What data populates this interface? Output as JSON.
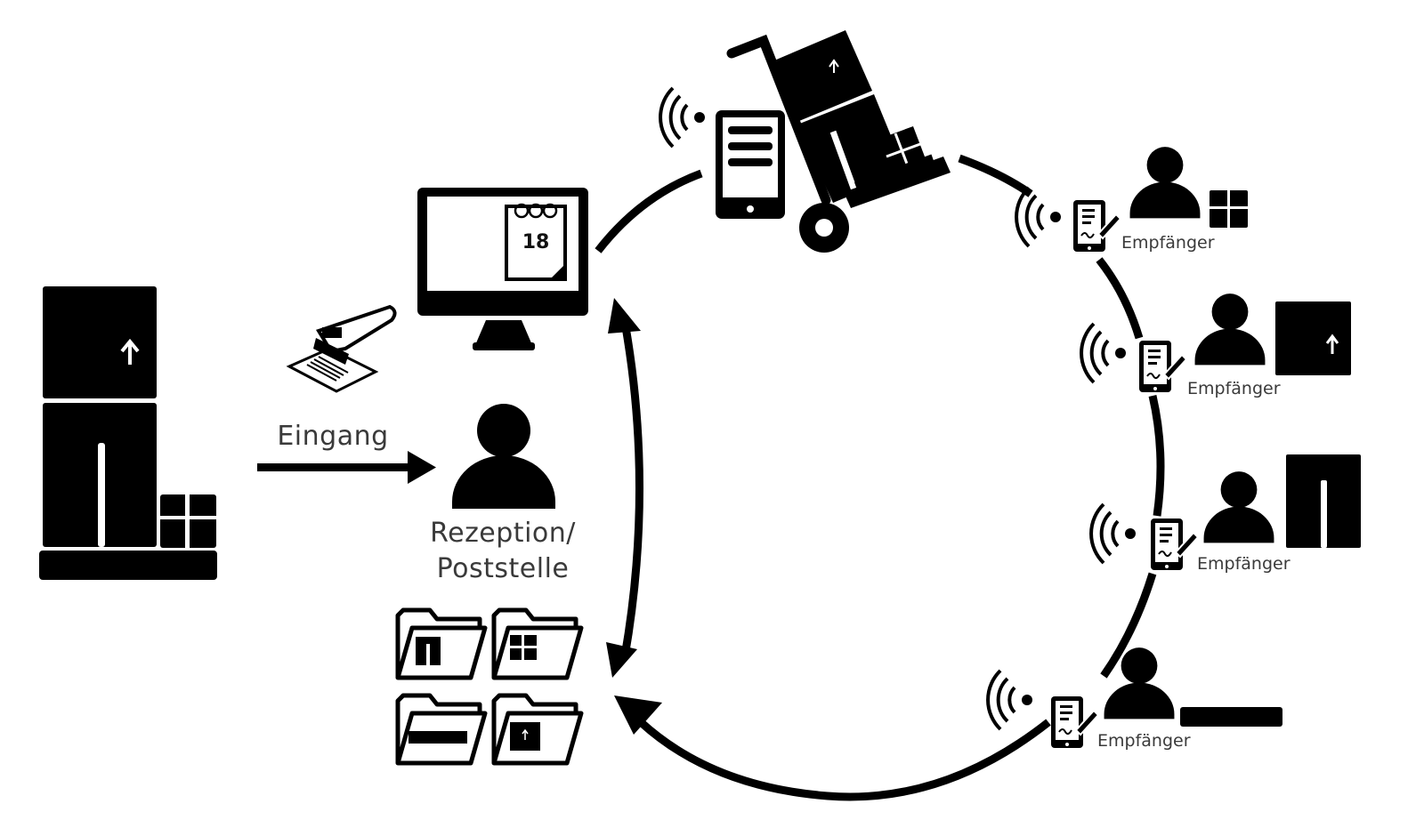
{
  "labels": {
    "incoming": "Eingang",
    "reception_line1": "Rezeption/",
    "reception_line2": "Poststelle",
    "recipient": "Empfänger"
  },
  "calendar": {
    "day": "18"
  },
  "icons": [
    "package-stack-icon",
    "barcode-scanner-icon",
    "monitor-calendar-icon",
    "reception-person-icon",
    "folder-icon",
    "tablet-icon",
    "hand-truck-icon",
    "signature-tablet-icon",
    "recipient-person-icon",
    "wireless-signal-icon"
  ],
  "colors": {
    "ink": "#000000",
    "text": "#3a3a3a",
    "background": "#ffffff"
  }
}
